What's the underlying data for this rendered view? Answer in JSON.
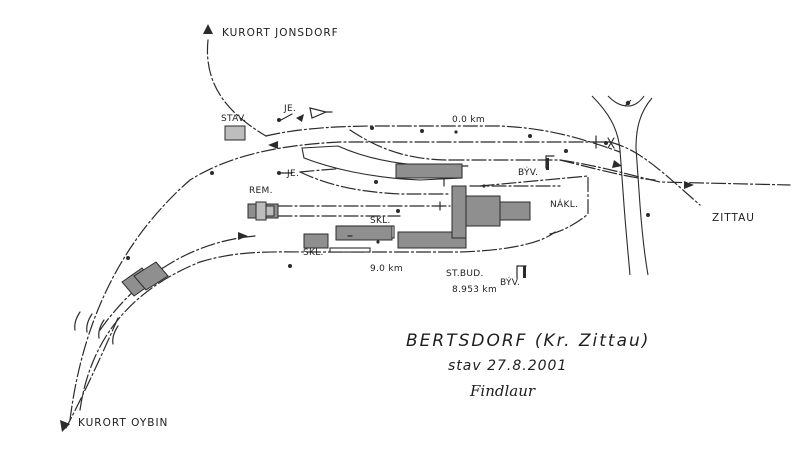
{
  "labels": {
    "kurort_jonsdorf": "KURORT JONSDORF",
    "kurort_oybin": "KURORT OYBIN",
    "zittau": "ZITTAU",
    "stav": "STAV.",
    "je_top": "JE.",
    "je_mid": "JE.",
    "rem": "REM.",
    "skl_mid": "SKL.",
    "skl_low": "SKL.",
    "byv_top": "BÝV.",
    "byv_low": "BÝV.",
    "nakl": "NÁKL.",
    "km_top": "0.0 km",
    "km_low": "9.0 km",
    "st_bud": "ST.BUD.",
    "km_station": "8.953 km"
  },
  "title": {
    "name": "BERTSDORF (Kr. Zittau)",
    "state": "stav 27.8.2001",
    "signature": "Findlaur"
  }
}
